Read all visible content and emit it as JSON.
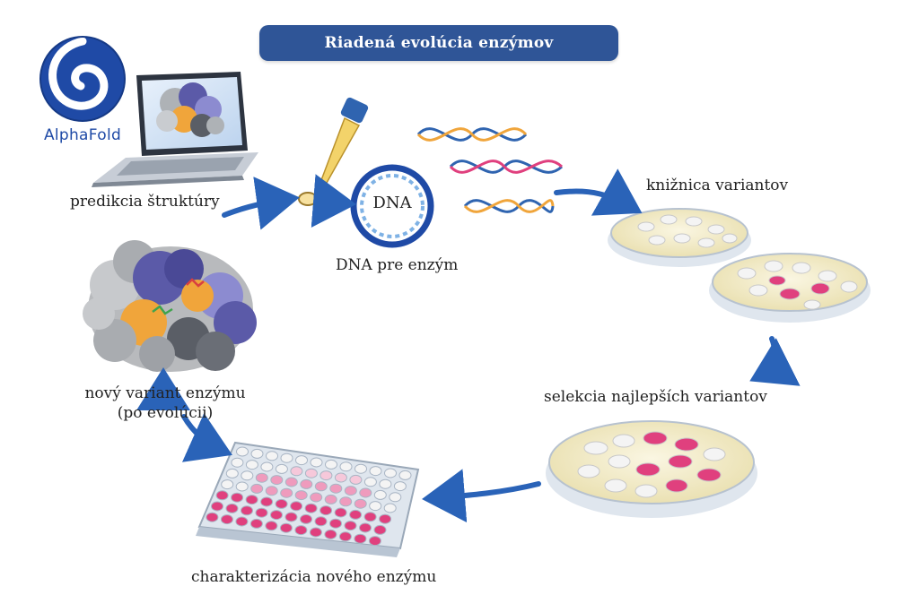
{
  "title": "Riadená evolúcia enzýmov",
  "logo": {
    "text": "AlphaFold",
    "color": "#1f4aa6"
  },
  "labels": {
    "structure_prediction": "predikcia štruktúry",
    "dna_center": "DNA",
    "dna_for_enzyme": "DNA pre enzým",
    "variant_library": "knižnica variantov",
    "selection": "selekcia najlepších variantov",
    "new_variant_line1": "nový variant enzýmu",
    "new_variant_line2": "(po evolúcii)",
    "characterization": "charakterizácia nového enzýmu"
  },
  "colors": {
    "title_bg": "#2f5597",
    "arrow": "#2a63b8",
    "protein_gray": "#b8babd",
    "protein_purple": "#5b5aa8",
    "protein_orange": "#f0a53b",
    "colony_pink": "#e0407e",
    "colony_white": "#f4f4f4",
    "dish_medium": "#f3ecc9"
  },
  "icons": [
    "alphafold-logo",
    "laptop-icon",
    "pipette-icon",
    "plasmid-icon",
    "dna-helix-icon",
    "petri-dish-icon",
    "protein-structure-icon",
    "microplate-icon",
    "flow-arrow-icon"
  ]
}
